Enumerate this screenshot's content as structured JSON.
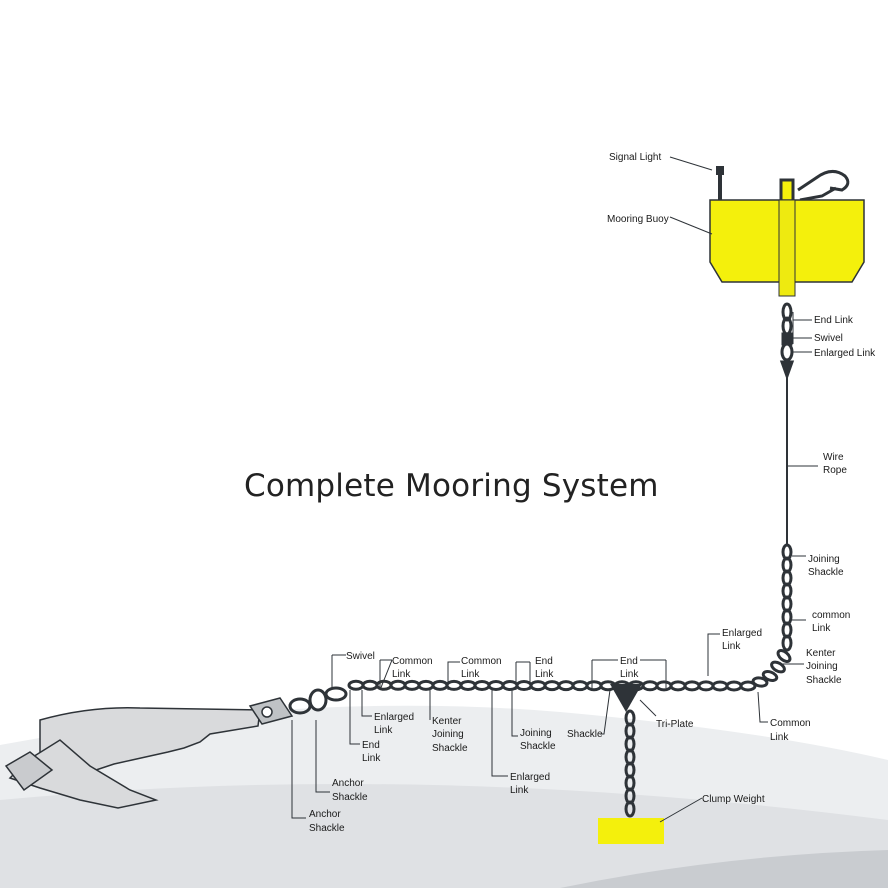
{
  "title": "Complete Mooring System",
  "colors": {
    "buoy": "#f4f00c",
    "chain": "#2e3338",
    "anchor": "#d9dadc",
    "seabed": "#e7e8ea"
  },
  "labels": {
    "signal_light": "Signal Light",
    "mooring_buoy": "Mooring Buoy",
    "buoy_end_link": "End Link",
    "buoy_swivel": "Swivel",
    "buoy_enlarged_link": "Enlarged Link",
    "wire_rope": [
      "Wire",
      "Rope"
    ],
    "joining_shackle_upper": [
      "Joining",
      "Shackle"
    ],
    "common_link_upper": [
      "common",
      "Link"
    ],
    "kenter_right": [
      "Kenter",
      "Joining",
      "Shackle"
    ],
    "enlarged_link_upper": [
      "Enlarged",
      "Link"
    ],
    "common_link_right": [
      "Common",
      "Link"
    ],
    "swivel": "Swivel",
    "common_link_1": [
      "Common",
      "Link"
    ],
    "common_link_2": [
      "Common",
      "Link"
    ],
    "end_link_1": [
      "End",
      "Link"
    ],
    "end_link_2": [
      "End",
      "Link"
    ],
    "enlarged_link_left": [
      "Enlarged",
      "Link"
    ],
    "end_link_left": [
      "End",
      "Link"
    ],
    "kenter_left": [
      "Kenter",
      "Joining",
      "Shackle"
    ],
    "joining_shackle_lower": [
      "Joining",
      "Shackle"
    ],
    "enlarged_link_lower": [
      "Enlarged",
      "Link"
    ],
    "shackle": "Shackle",
    "tri_plate": "Tri-Plate",
    "anchor_shackle_1": [
      "Anchor",
      "Shackle"
    ],
    "anchor_shackle_2": [
      "Anchor",
      "Shackle"
    ],
    "clump_weight": "Clump Weight"
  }
}
